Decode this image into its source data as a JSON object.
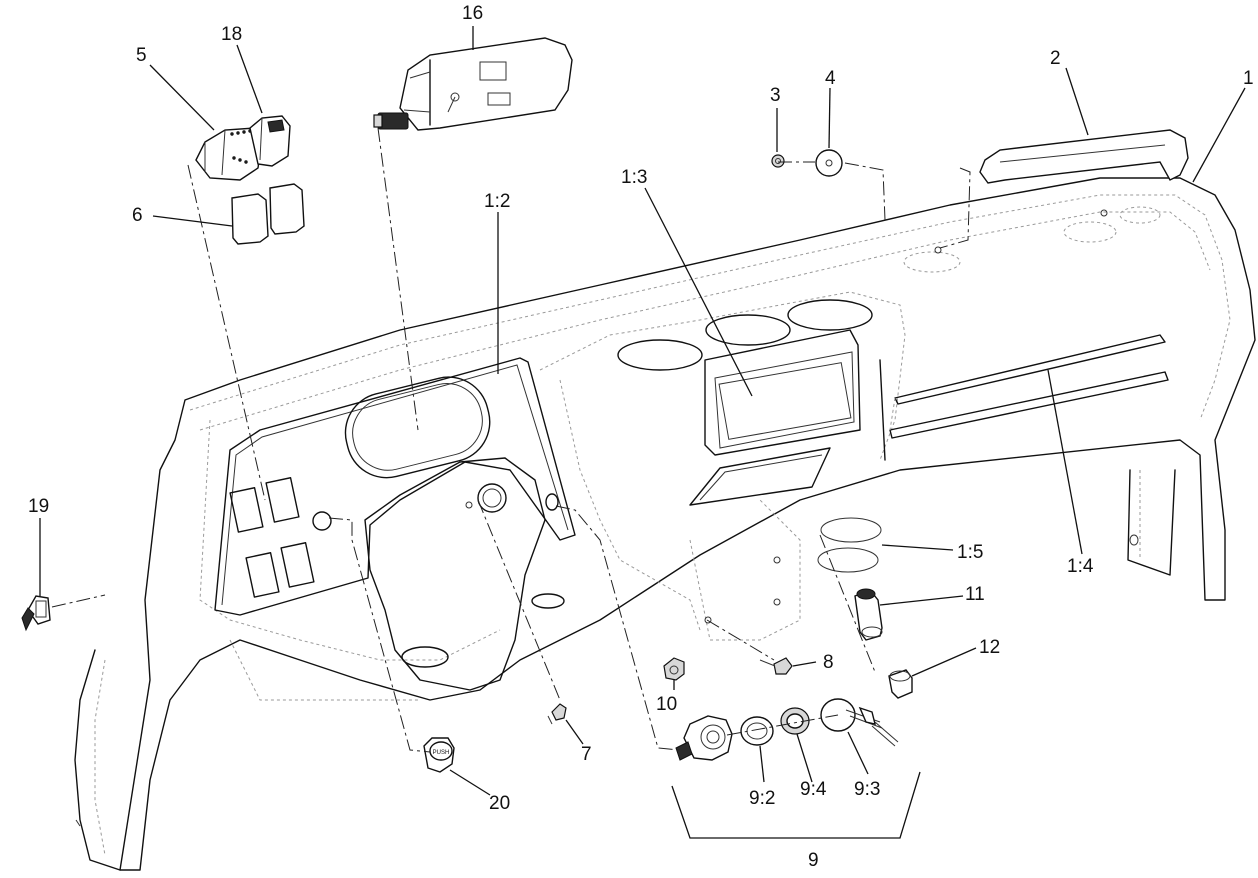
{
  "diagram": {
    "callouts": [
      {
        "id": "c1",
        "text": "1"
      },
      {
        "id": "c2",
        "text": "2"
      },
      {
        "id": "c3",
        "text": "3"
      },
      {
        "id": "c4",
        "text": "4"
      },
      {
        "id": "c5",
        "text": "5"
      },
      {
        "id": "c6",
        "text": "6"
      },
      {
        "id": "c7",
        "text": "7"
      },
      {
        "id": "c8",
        "text": "8"
      },
      {
        "id": "c9",
        "text": "9"
      },
      {
        "id": "c9_2",
        "text": "9:2"
      },
      {
        "id": "c9_3",
        "text": "9:3"
      },
      {
        "id": "c9_4",
        "text": "9:4"
      },
      {
        "id": "c10",
        "text": "10"
      },
      {
        "id": "c11",
        "text": "11"
      },
      {
        "id": "c12",
        "text": "12"
      },
      {
        "id": "c16",
        "text": "16"
      },
      {
        "id": "c18",
        "text": "18"
      },
      {
        "id": "c19",
        "text": "19"
      },
      {
        "id": "c20",
        "text": "20"
      },
      {
        "id": "c1_2",
        "text": "1:2"
      },
      {
        "id": "c1_3",
        "text": "1:3"
      },
      {
        "id": "c1_4",
        "text": "1:4"
      },
      {
        "id": "c1_5",
        "text": "1:5"
      }
    ],
    "button_text": "PUSH"
  }
}
